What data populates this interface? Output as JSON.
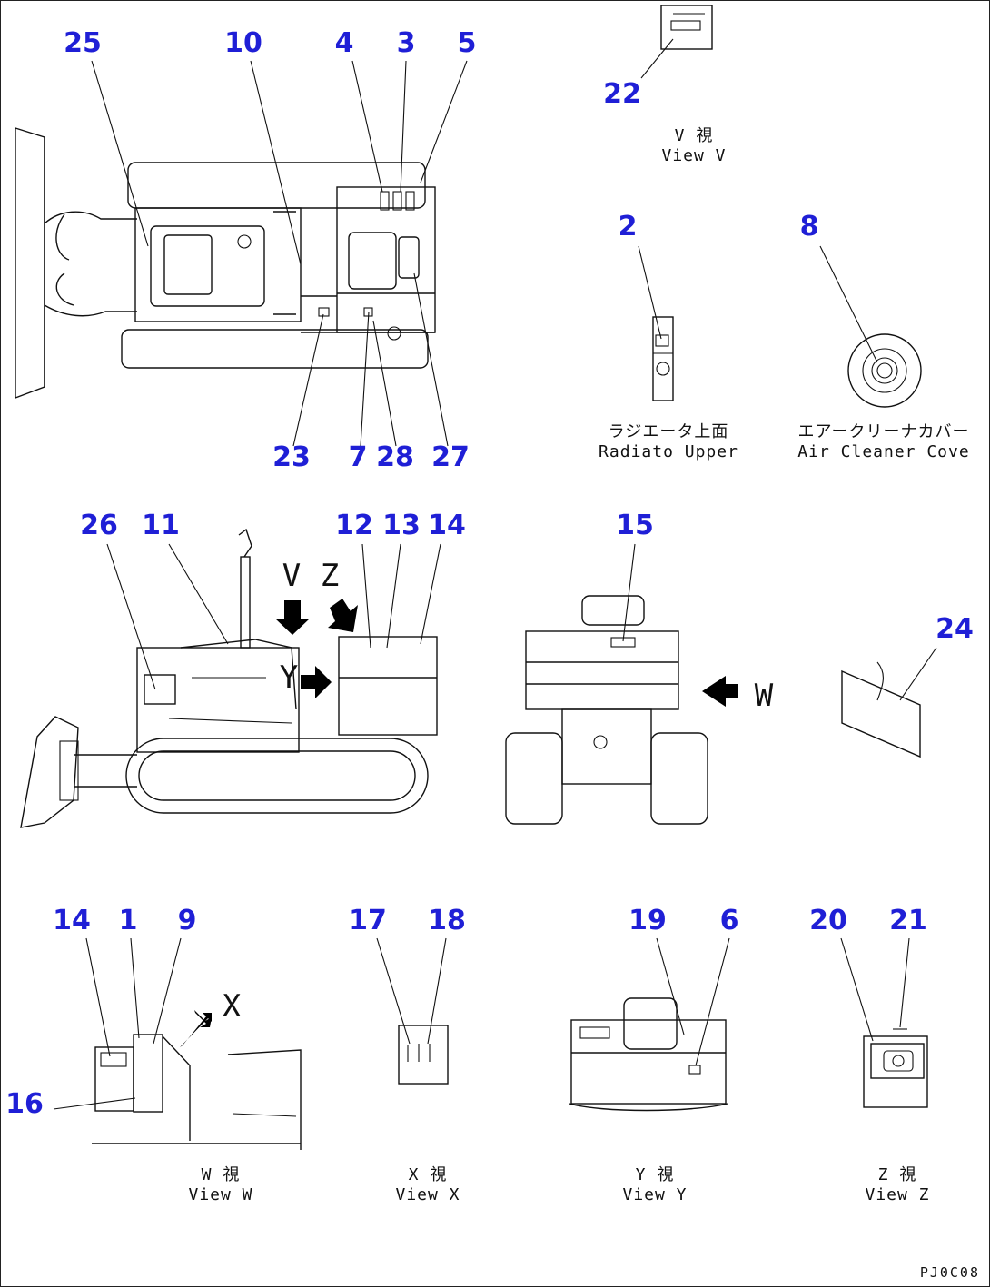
{
  "callouts": [
    {
      "id": "25",
      "label": "25"
    },
    {
      "id": "10",
      "label": "10"
    },
    {
      "id": "4",
      "label": "4"
    },
    {
      "id": "3",
      "label": "3"
    },
    {
      "id": "5",
      "label": "5"
    },
    {
      "id": "22",
      "label": "22"
    },
    {
      "id": "2",
      "label": "2"
    },
    {
      "id": "8",
      "label": "8"
    },
    {
      "id": "23",
      "label": "23"
    },
    {
      "id": "7",
      "label": "7"
    },
    {
      "id": "28",
      "label": "28"
    },
    {
      "id": "27",
      "label": "27"
    },
    {
      "id": "26",
      "label": "26"
    },
    {
      "id": "11",
      "label": "11"
    },
    {
      "id": "12",
      "label": "12"
    },
    {
      "id": "13",
      "label": "13"
    },
    {
      "id": "14a",
      "label": "14"
    },
    {
      "id": "15",
      "label": "15"
    },
    {
      "id": "24",
      "label": "24"
    },
    {
      "id": "14b",
      "label": "14"
    },
    {
      "id": "1",
      "label": "1"
    },
    {
      "id": "9",
      "label": "9"
    },
    {
      "id": "16",
      "label": "16"
    },
    {
      "id": "17",
      "label": "17"
    },
    {
      "id": "18",
      "label": "18"
    },
    {
      "id": "19",
      "label": "19"
    },
    {
      "id": "6",
      "label": "6"
    },
    {
      "id": "20",
      "label": "20"
    },
    {
      "id": "21",
      "label": "21"
    }
  ],
  "captions": {
    "view_v": {
      "jp": "V 視",
      "en": "View V"
    },
    "radiator": {
      "jp": "ラジエータ上面",
      "en": "Radiato Upper"
    },
    "air_cleaner": {
      "jp": "エアークリーナカバー",
      "en": "Air Cleaner Cove"
    },
    "view_w": {
      "jp": "W 視",
      "en": "View W"
    },
    "view_x": {
      "jp": "X 視",
      "en": "View X"
    },
    "view_y": {
      "jp": "Y 視",
      "en": "View Y"
    },
    "view_z": {
      "jp": "Z 視",
      "en": "View Z"
    }
  },
  "direction_labels": {
    "v": "V",
    "z": "Z",
    "y": "Y",
    "w": "W",
    "x": "X"
  },
  "drawing_code": "PJ0C08",
  "colors": {
    "callout": "#1f1fd6",
    "line": "#111111"
  }
}
